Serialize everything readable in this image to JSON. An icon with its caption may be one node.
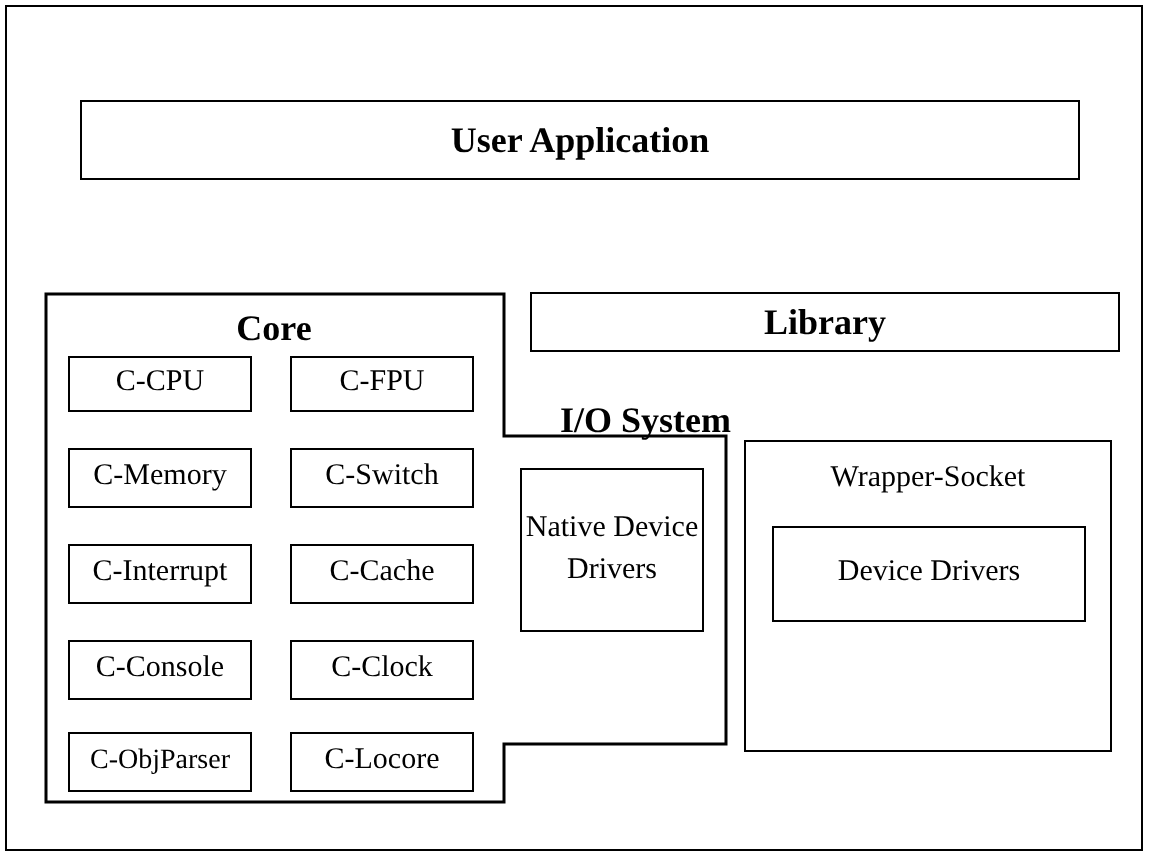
{
  "diagram": {
    "nodes": [
      {
        "text": [
          "User Application"
        ]
      },
      {
        "text": [
          "Core"
        ]
      },
      {
        "text": [
          "C-CPU"
        ],
        "in": 1
      },
      {
        "text": [
          "C-FPU"
        ],
        "in": 1
      },
      {
        "text": [
          "C-Memory"
        ],
        "in": 1
      },
      {
        "text": [
          "C-Switch"
        ],
        "in": 1
      },
      {
        "text": [
          "C-Interrupt"
        ],
        "in": 1
      },
      {
        "text": [
          "C-Cache"
        ],
        "in": 1
      },
      {
        "text": [
          "C-Console"
        ],
        "in": 1
      },
      {
        "text": [
          "C-Clock"
        ],
        "in": 1
      },
      {
        "text": [
          "C-ObjParser"
        ],
        "in": 1
      },
      {
        "text": [
          "C-Locore"
        ],
        "in": 1
      },
      {
        "text": [
          "Native Device Drivers"
        ],
        "in": 1
      },
      {
        "text": [
          "Library"
        ]
      },
      {
        "text": [
          "Wrapper-Socket"
        ]
      },
      {
        "text": [
          "Device Drivers"
        ],
        "in": 14
      }
    ],
    "edges": [],
    "labels": [
      "I/O System"
    ]
  }
}
